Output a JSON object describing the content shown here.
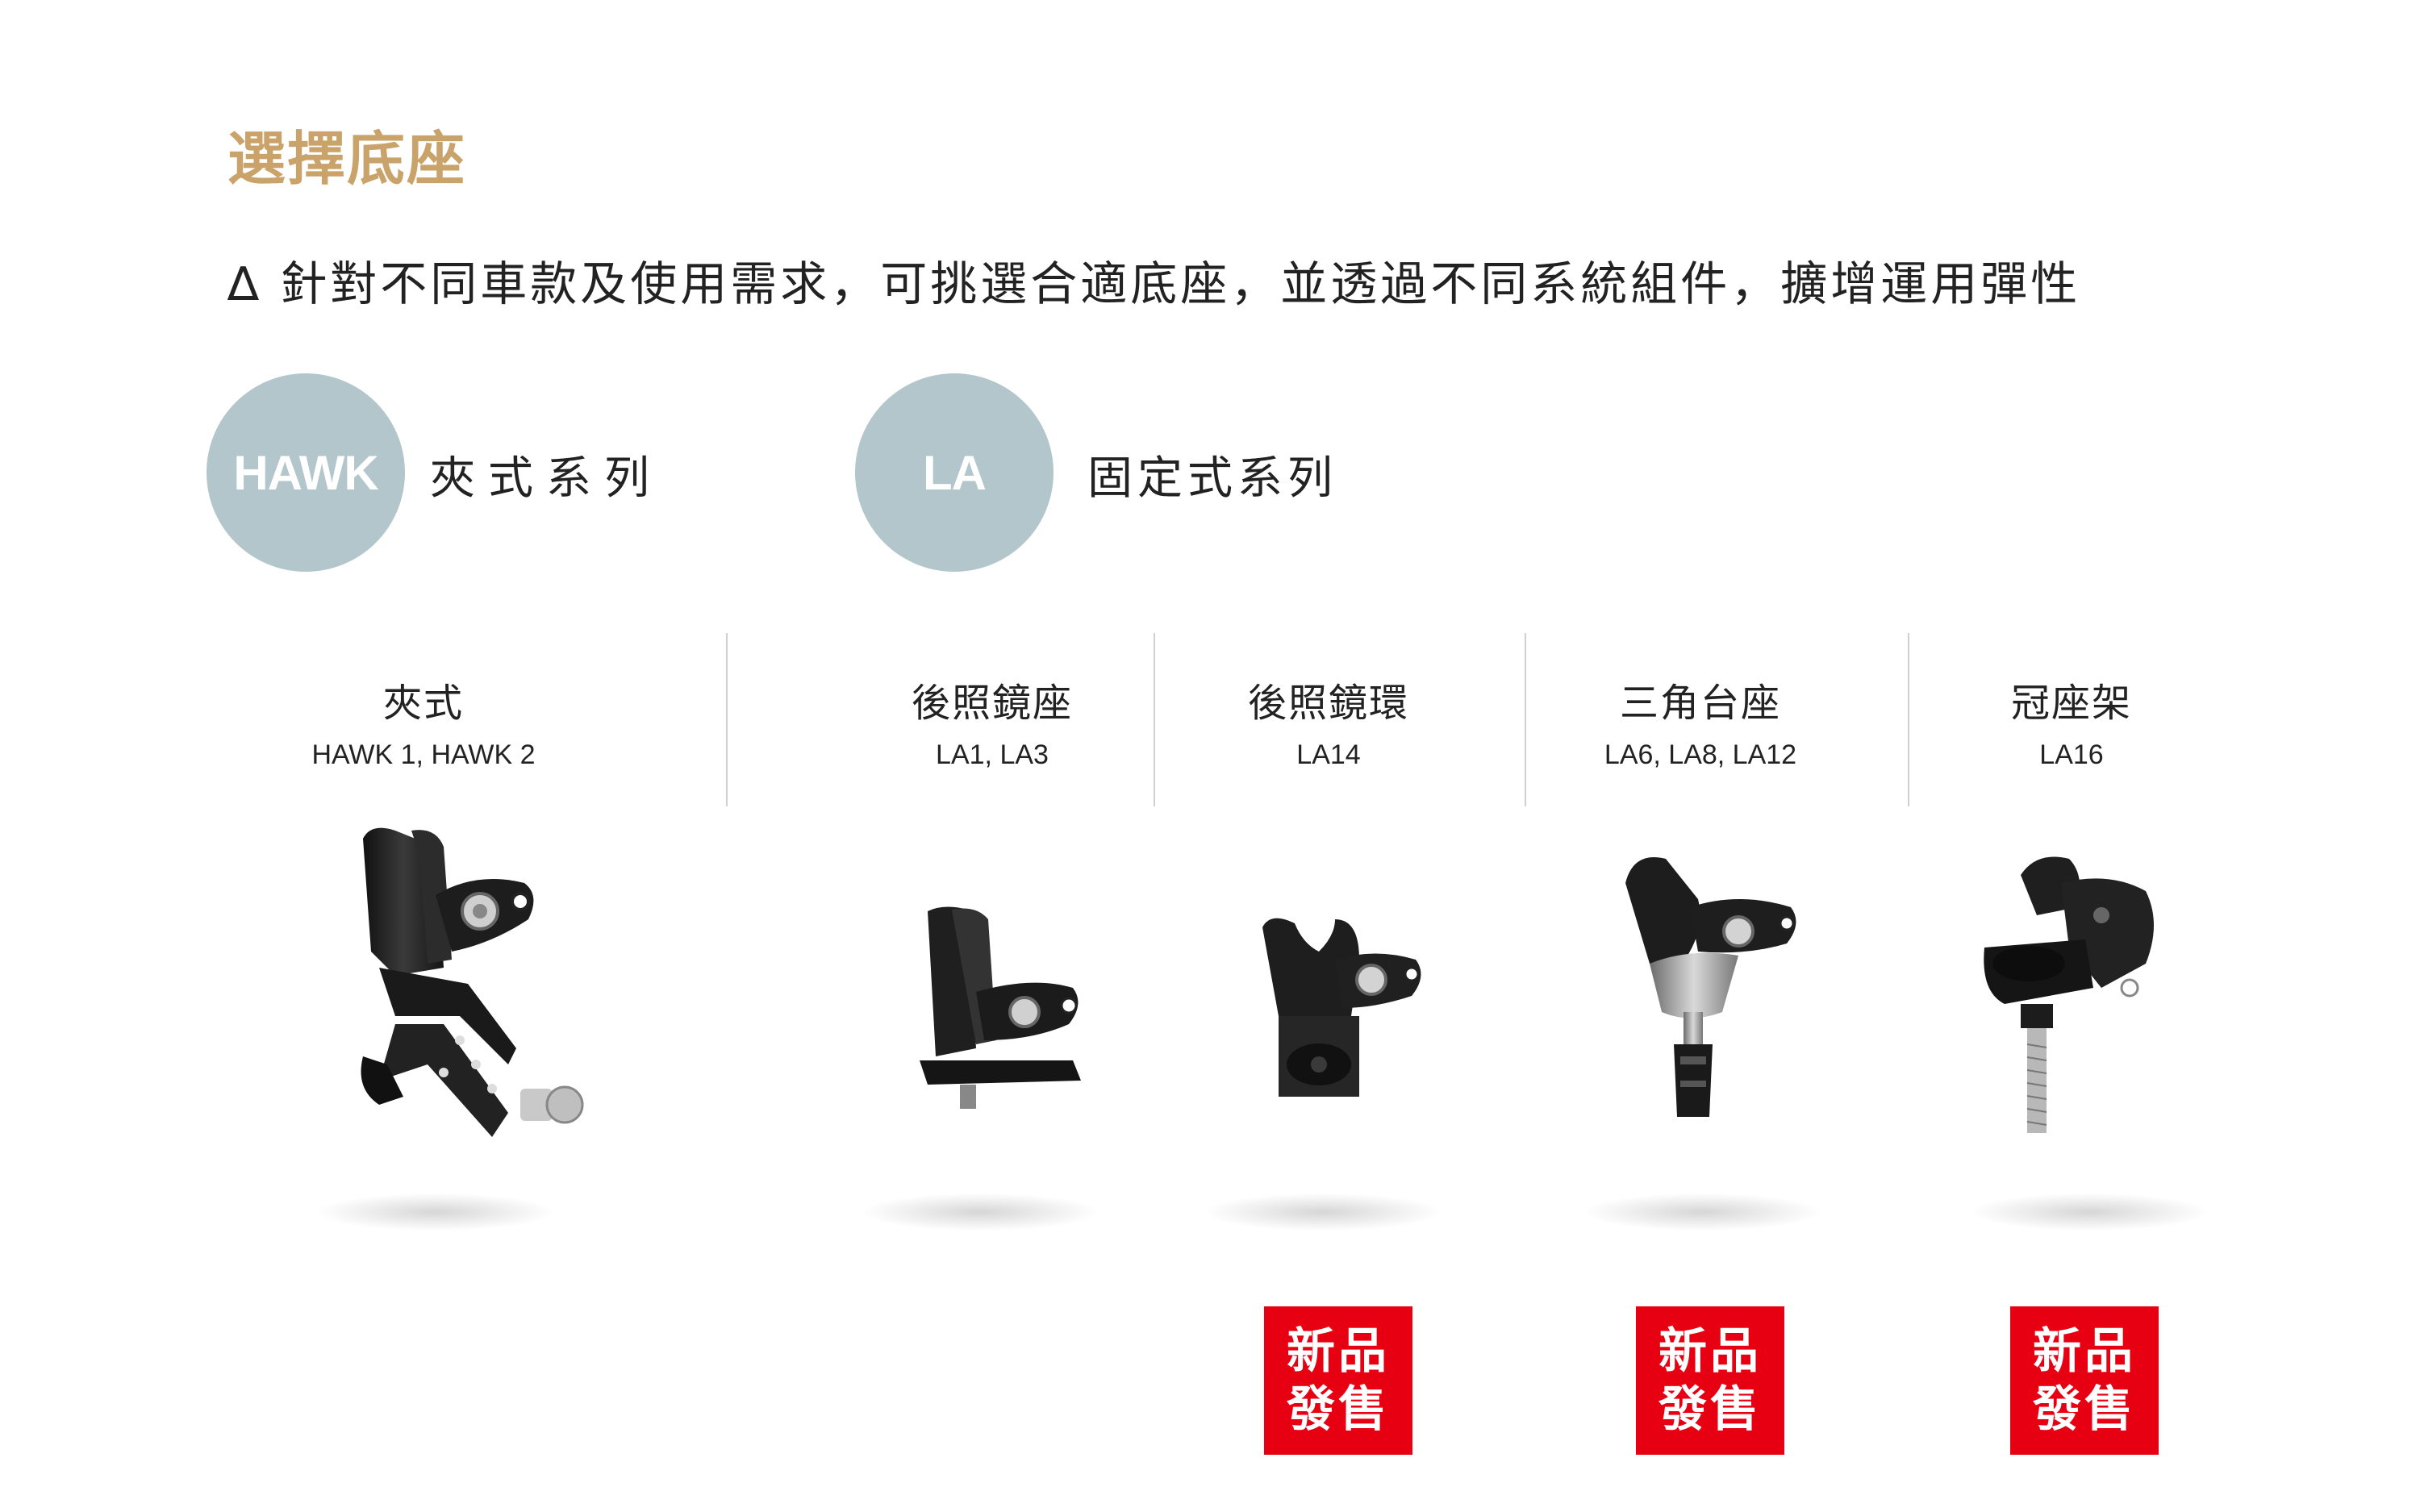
{
  "section": {
    "title": "選擇底座",
    "description": "∆ 針對不同車款及使用需求，可挑選合適底座，並透過不同系統組件，擴增運用彈性"
  },
  "series": [
    {
      "code": "HAWK",
      "label": "夾式系列"
    },
    {
      "code": "LA",
      "label": "固定式系列"
    }
  ],
  "products": [
    {
      "name": "夾式",
      "models": "HAWK 1, HAWK 2",
      "badge": null
    },
    {
      "name": "後照鏡座",
      "models": "LA1,  LA3",
      "badge": null
    },
    {
      "name": "後照鏡環",
      "models": "LA14",
      "badge": [
        "新品",
        "發售"
      ]
    },
    {
      "name": "三角台座",
      "models": "LA6, LA8, LA12",
      "badge": [
        "新品",
        "發售"
      ]
    },
    {
      "name": "冠座架",
      "models": "LA16",
      "badge": [
        "新品",
        "發售"
      ]
    }
  ],
  "colors": {
    "title": "#c9a36a",
    "series_circle": "#b2c6cc",
    "badge": "#e60012"
  }
}
